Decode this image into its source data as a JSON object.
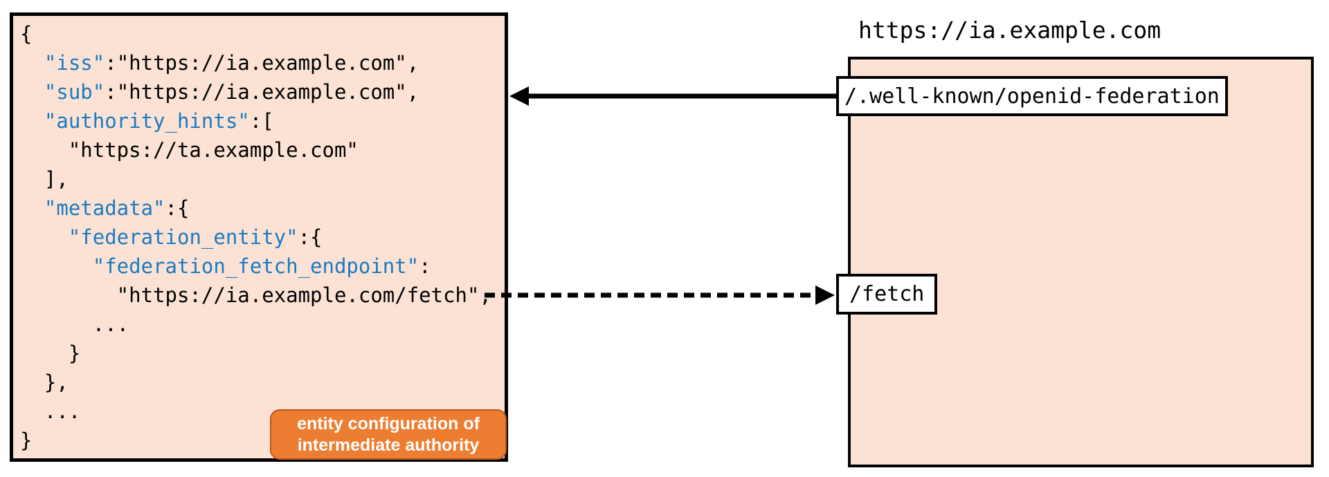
{
  "colors": {
    "panel_fill": "#FBE2D5",
    "stroke": "#000000",
    "key_blue": "#1B7AC0",
    "badge_fill": "#ED7D31",
    "badge_border": "#C0561B",
    "label_fill": "#FFFFFF"
  },
  "left_panel": {
    "badge": {
      "line1": "entity configuration of",
      "line2": "intermediate authority"
    },
    "code": {
      "lines": [
        {
          "segs": [
            {
              "c": "plain",
              "t": "{"
            }
          ]
        },
        {
          "segs": [
            {
              "c": "plain",
              "t": "  "
            },
            {
              "c": "key",
              "t": "\"iss\""
            },
            {
              "c": "plain",
              "t": ":\"https://ia.example.com\","
            }
          ]
        },
        {
          "segs": [
            {
              "c": "plain",
              "t": "  "
            },
            {
              "c": "key",
              "t": "\"sub\""
            },
            {
              "c": "plain",
              "t": ":\"https://ia.example.com\","
            }
          ]
        },
        {
          "segs": [
            {
              "c": "plain",
              "t": "  "
            },
            {
              "c": "key",
              "t": "\"authority_hints\""
            },
            {
              "c": "plain",
              "t": ":["
            }
          ]
        },
        {
          "segs": [
            {
              "c": "plain",
              "t": "    \"https://ta.example.com\""
            }
          ]
        },
        {
          "segs": [
            {
              "c": "plain",
              "t": "  ],"
            }
          ]
        },
        {
          "segs": [
            {
              "c": "plain",
              "t": "  "
            },
            {
              "c": "key",
              "t": "\"metadata\""
            },
            {
              "c": "plain",
              "t": ":{"
            }
          ]
        },
        {
          "segs": [
            {
              "c": "plain",
              "t": "    "
            },
            {
              "c": "key",
              "t": "\"federation_entity\""
            },
            {
              "c": "plain",
              "t": ":{"
            }
          ]
        },
        {
          "segs": [
            {
              "c": "plain",
              "t": "      "
            },
            {
              "c": "key",
              "t": "\"federation_fetch_endpoint\""
            },
            {
              "c": "plain",
              "t": ":"
            }
          ]
        },
        {
          "segs": [
            {
              "c": "plain",
              "t": "        \"https://ia.example.com/fetch\","
            }
          ]
        },
        {
          "segs": [
            {
              "c": "plain",
              "t": "      ..."
            }
          ]
        },
        {
          "segs": [
            {
              "c": "plain",
              "t": "    }"
            }
          ]
        },
        {
          "segs": [
            {
              "c": "plain",
              "t": "  },"
            }
          ]
        },
        {
          "segs": [
            {
              "c": "plain",
              "t": "  ..."
            }
          ]
        },
        {
          "segs": [
            {
              "c": "plain",
              "t": "}"
            }
          ]
        }
      ]
    }
  },
  "right_panel": {
    "title": "https://ia.example.com",
    "endpoints": [
      {
        "label": "/.well-known/openid-federation"
      },
      {
        "label": "/fetch"
      }
    ]
  }
}
